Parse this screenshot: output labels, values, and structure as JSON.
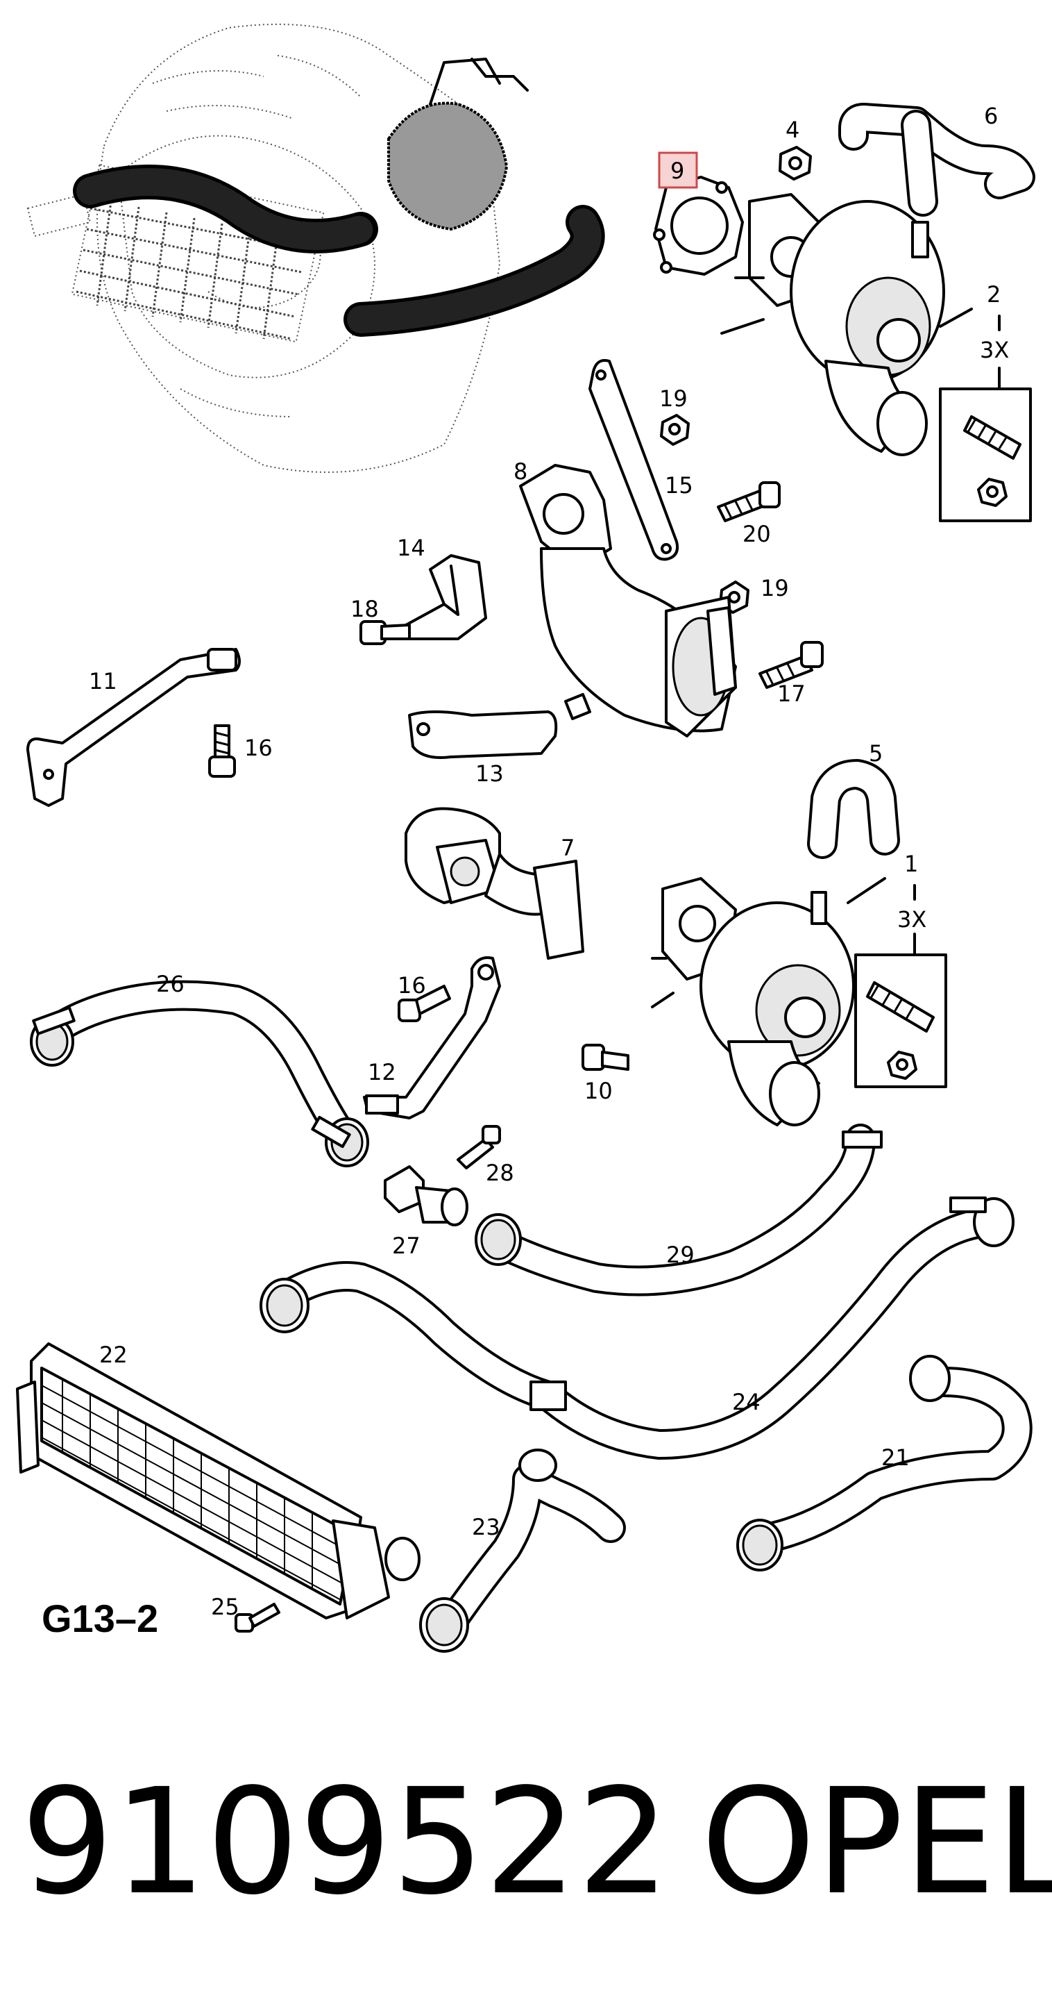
{
  "callouts": {
    "c1": "1",
    "c2": "2",
    "c3x_a": "3X",
    "c3x_b": "3X",
    "c4": "4",
    "c5": "5",
    "c6": "6",
    "c7": "7",
    "c8": "8",
    "c9": "9",
    "c10": "10",
    "c11": "11",
    "c12": "12",
    "c13": "13",
    "c14": "14",
    "c15": "15",
    "c16a": "16",
    "c16b": "16",
    "c17": "17",
    "c18": "18",
    "c19a": "19",
    "c19b": "19",
    "c20": "20",
    "c21": "21",
    "c22": "22",
    "c23": "23",
    "c24": "24",
    "c25": "25",
    "c26": "26",
    "c27": "27",
    "c28": "28",
    "c29": "29"
  },
  "highlighted_callout": "9",
  "colors": {
    "highlight_fill": "#f7d3d3",
    "highlight_stroke": "#d04848"
  },
  "diagram_code": "G13–2",
  "footer": {
    "part_number": "9109522",
    "brand": "OPEL"
  }
}
